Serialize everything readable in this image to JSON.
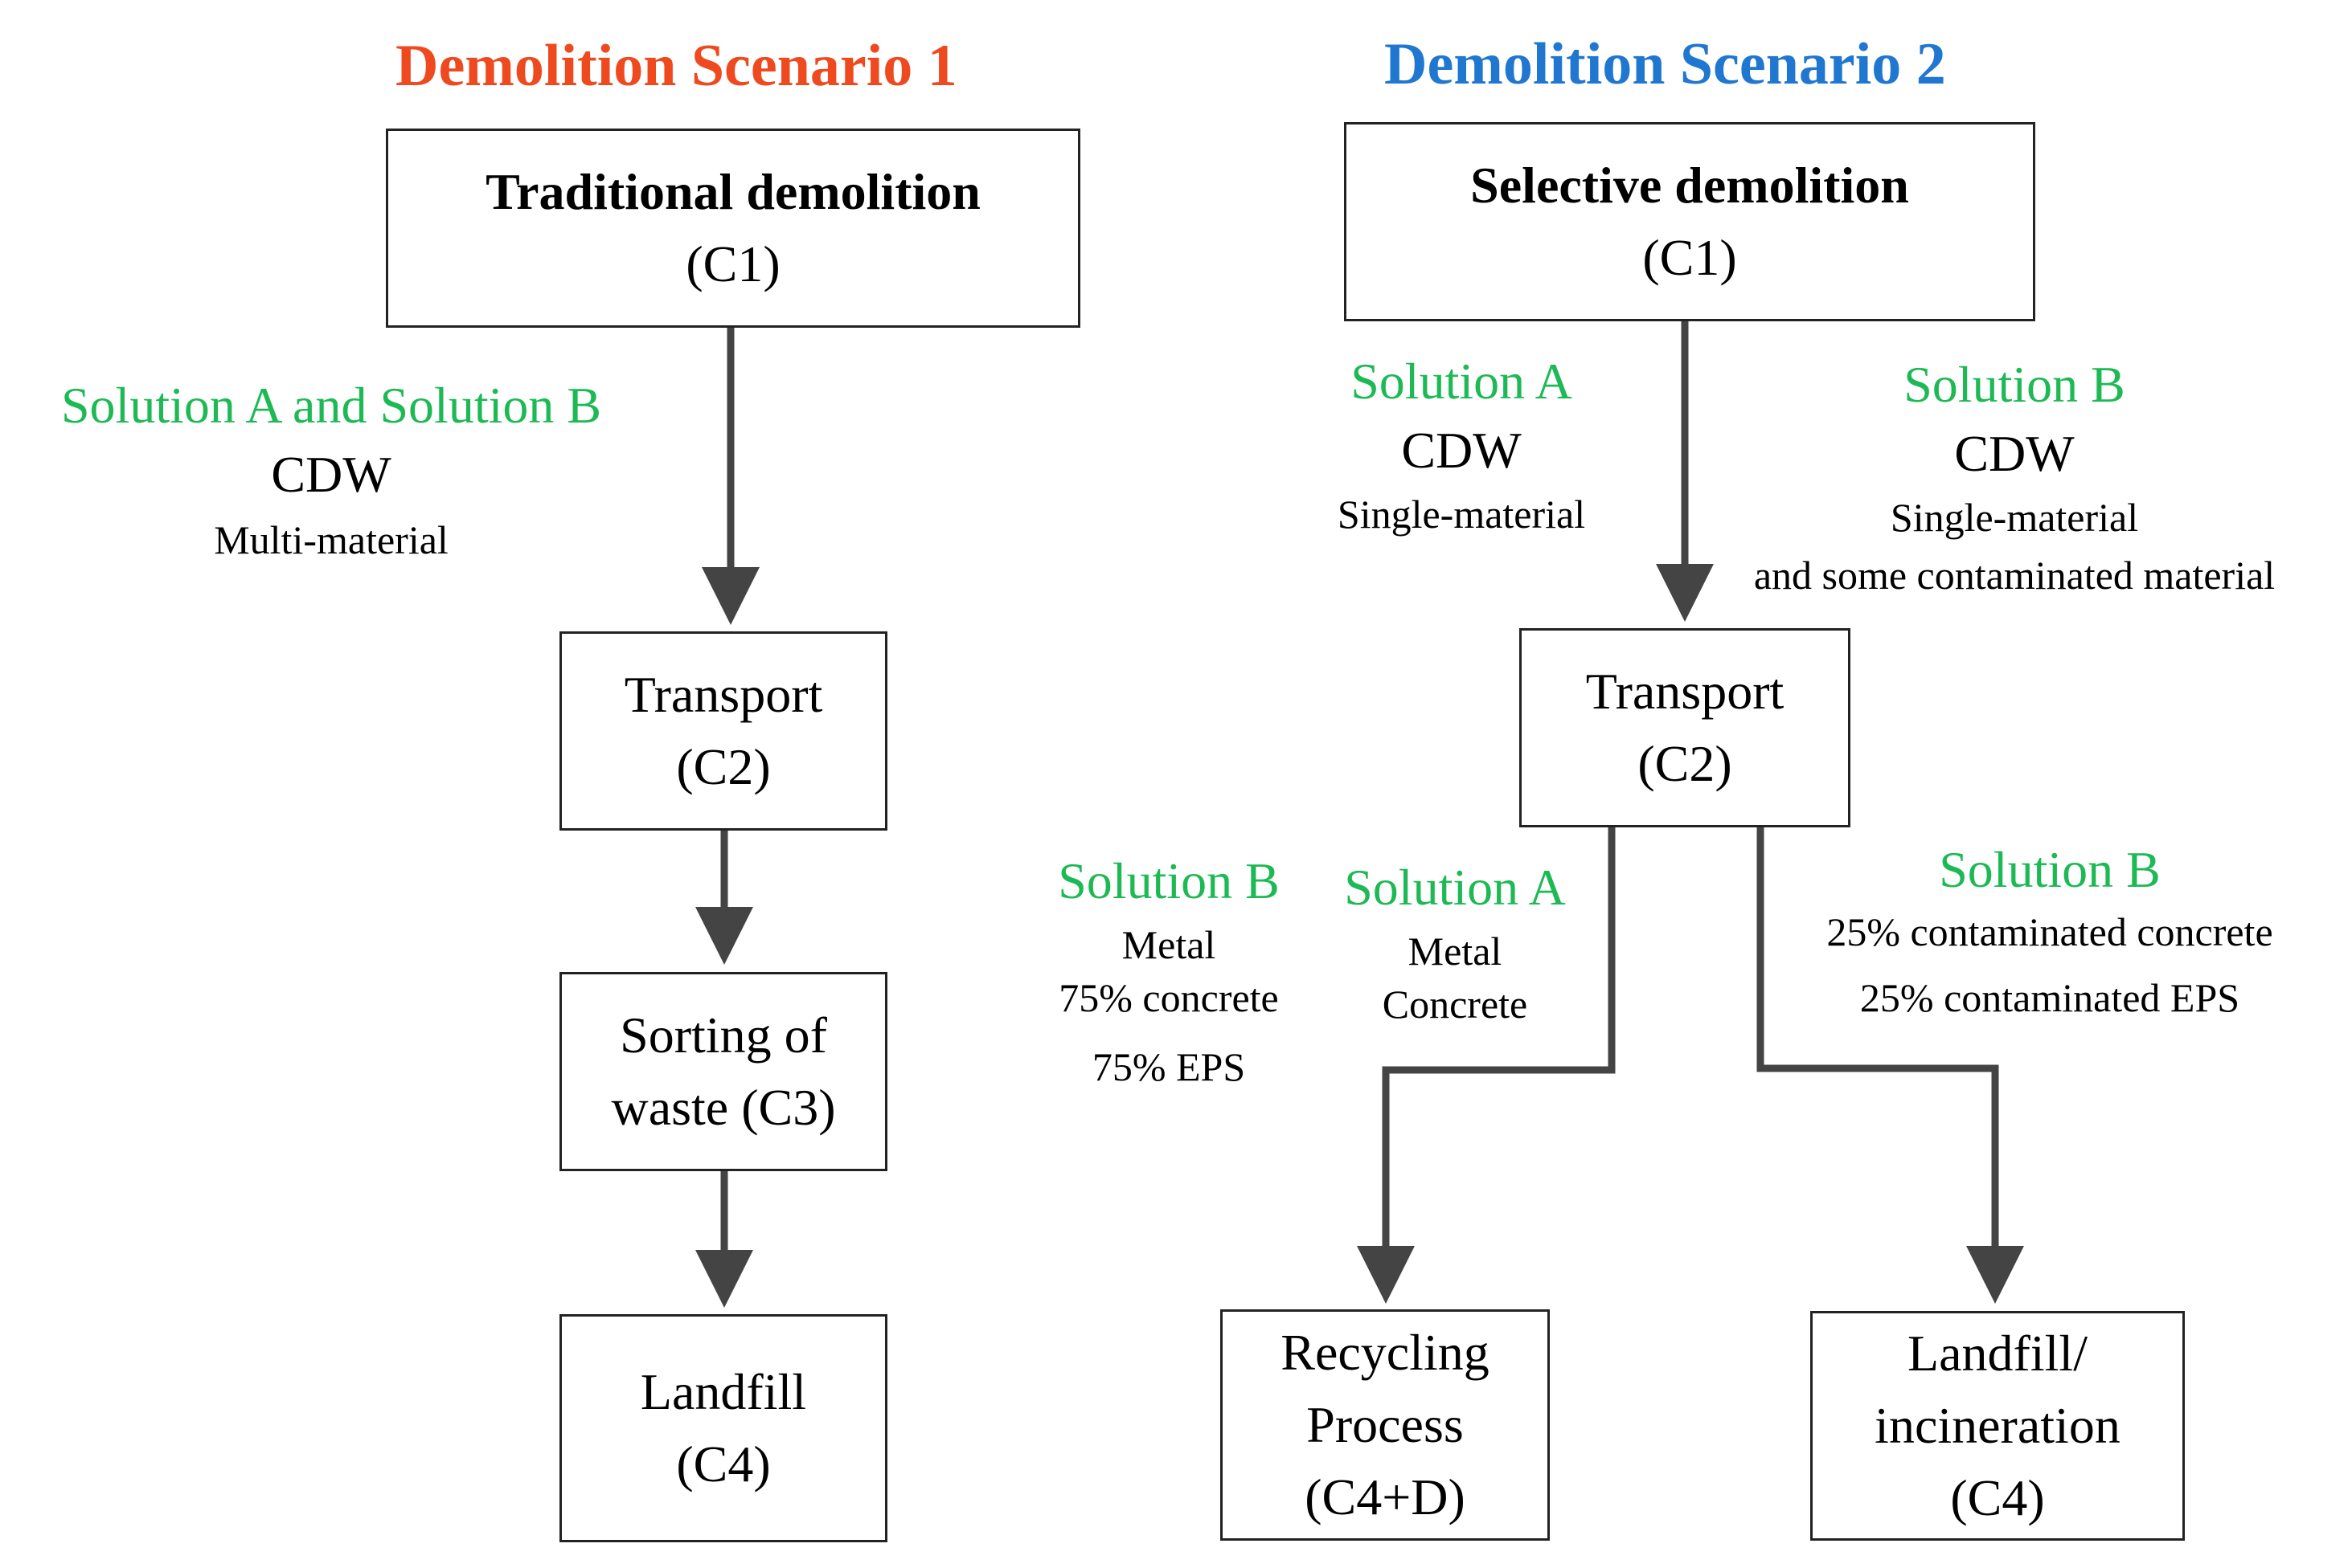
{
  "colors": {
    "scenario1_title": "#ef4a1f",
    "scenario2_title": "#1f77d0",
    "solution_label": "#1db954",
    "arrow": "#444444",
    "box_border": "#222222"
  },
  "scenario1": {
    "title": "Demolition Scenario 1",
    "step_c1": {
      "line1": "Traditional demolition",
      "line2": "(C1)"
    },
    "flow_label": {
      "solution": "Solution A and Solution B",
      "waste": "CDW",
      "type": "Multi-material"
    },
    "step_c2": {
      "line1": "Transport",
      "line2": "(C2)"
    },
    "step_c3": {
      "line1": "Sorting of",
      "line2": "waste (C3)"
    },
    "step_c4": {
      "line1": "Landfill",
      "line2": "(C4)"
    }
  },
  "scenario2": {
    "title": "Demolition Scenario 2",
    "step_c1": {
      "line1": "Selective demolition",
      "line2": "(C1)"
    },
    "flow_label_a": {
      "solution": "Solution A",
      "waste": "CDW",
      "type": "Single-material"
    },
    "flow_label_b": {
      "solution": "Solution B",
      "waste": "CDW",
      "type": "Single-material",
      "extra": "and some contaminated material"
    },
    "step_c2": {
      "line1": "Transport",
      "line2": "(C2)"
    },
    "recycling_label_b": {
      "solution": "Solution B",
      "item1": "Metal",
      "item2": "75% concrete",
      "item3": "75% EPS"
    },
    "recycling_label_a": {
      "solution": "Solution A",
      "item1": "Metal",
      "item2": "Concrete"
    },
    "landfill_label_b": {
      "solution": "Solution B",
      "item1": "25% contaminated concrete",
      "item2": "25% contaminated EPS"
    },
    "recycling_box": {
      "line1": "Recycling",
      "line2": "Process",
      "line3": "(C4+D)"
    },
    "landfill_box": {
      "line1": "Landfill/",
      "line2": "incineration",
      "line3": "(C4)"
    }
  }
}
